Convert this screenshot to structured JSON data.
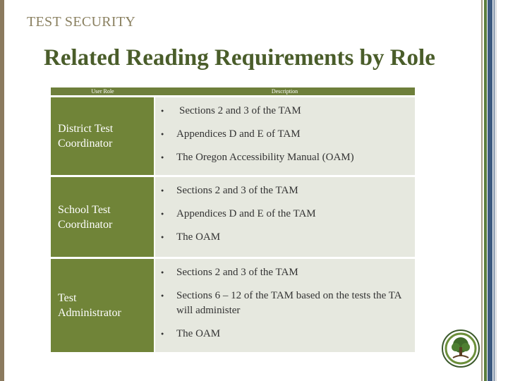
{
  "slide": {
    "section_label": "TEST SECURITY",
    "title": "Related Reading Requirements by Role"
  },
  "table": {
    "headers": {
      "role": "User Role",
      "description": "Description"
    },
    "rows": [
      {
        "role_line1": "District Test",
        "role_line2": "Coordinator",
        "items": [
          "Sections 2 and 3 of the TAM",
          "Appendices D and E of TAM",
          "The Oregon Accessibility Manual (OAM)"
        ]
      },
      {
        "role_line1": "School Test",
        "role_line2": "Coordinator",
        "items": [
          "Sections 2 and 3 of the TAM",
          "Appendices D and E of the TAM",
          "The OAM"
        ]
      },
      {
        "role_line1": "Test",
        "role_line2": "Administrator",
        "items": [
          "Sections 2 and 3 of the TAM",
          "Sections 6 – 12 of the TAM based  on the tests the TA will administer",
          "The OAM"
        ]
      }
    ]
  },
  "logo": {
    "name": "oregon-department-of-education-seal-icon"
  }
}
